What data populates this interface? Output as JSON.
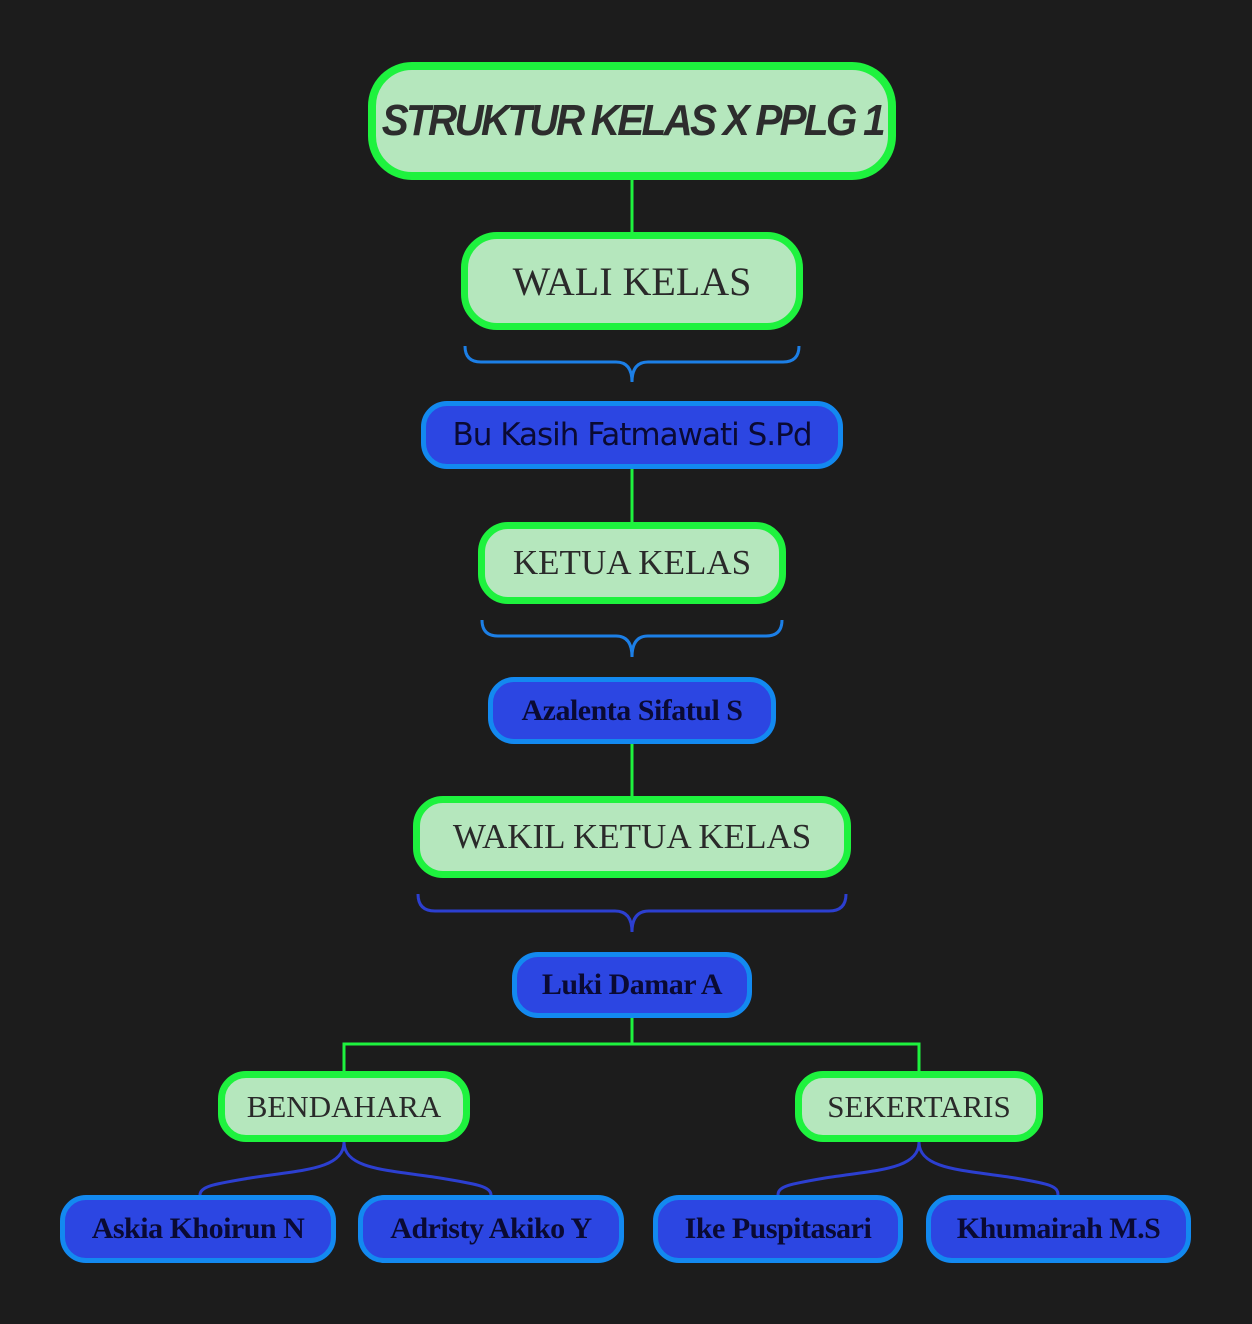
{
  "title": "STRUKTUR KELAS X PPLG 1",
  "nodes": {
    "wali_kelas": "WALI KELAS",
    "wali_name": "Bu Kasih Fatmawati S.Pd",
    "ketua_kelas": "KETUA KELAS",
    "ketua_name": "Azalenta Sifatul S",
    "wakil_ketua": "WAKIL KETUA KELAS",
    "wakil_name": "Luki Damar A",
    "bendahara": "BENDAHARA",
    "sekertaris": "SEKERTARIS",
    "bendahara_members": [
      "Askia Khoirun N",
      "Adristy Akiko Y"
    ],
    "sekertaris_members": [
      "Ike Puspitasari",
      "Khumairah M.S"
    ]
  },
  "colors": {
    "background": "#1c1c1c",
    "role_fill": "#b5e7bd",
    "role_border": "#1ef23e",
    "name_fill": "#2c46e2",
    "name_border": "#1389f0",
    "connector_green": "#1ef23e",
    "connector_blue": "#2a5fe0"
  }
}
